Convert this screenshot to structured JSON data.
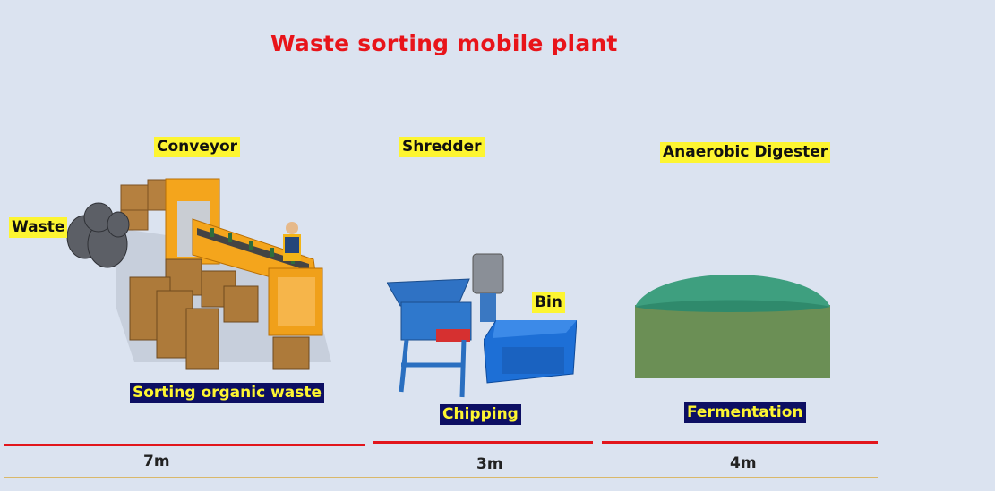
{
  "title": "Waste sorting mobile plant",
  "labels": {
    "conveyor": "Conveyor",
    "waste": "Waste",
    "shredder": "Shredder",
    "bin": "Bin",
    "anaerobic_digester": "Anaerobic Digester",
    "sorting": "Sorting organic waste",
    "chipping": "Chipping",
    "fermentation": "Fermentation"
  },
  "dimensions": {
    "sorting_length": "7m",
    "shredder_length": "3m",
    "digester_length": "4m"
  },
  "colors": {
    "title": "#e8141a",
    "label_yellow": "#fdf531",
    "label_navy": "#0d0f63",
    "dimension_line": "#e2161c",
    "background": "#dbe3f0"
  }
}
